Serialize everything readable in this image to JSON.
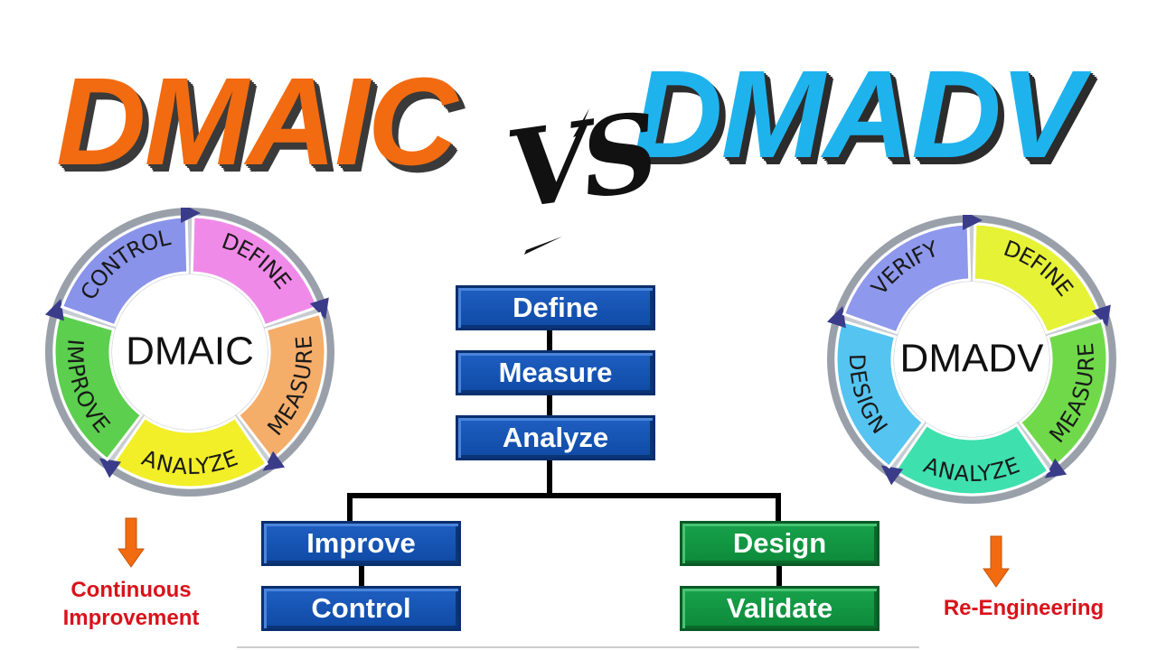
{
  "titles": {
    "left": "DMAIC",
    "vs": "VS",
    "right": "DMADV"
  },
  "dmaic_wheel": {
    "center": "DMAIC",
    "segments": [
      "DEFINE",
      "MEASURE",
      "ANALYZE",
      "IMPROVE",
      "CONTROL"
    ],
    "colors": [
      "#f08ae8",
      "#f5ad6a",
      "#f2ee28",
      "#5ccf4e",
      "#8a93ea"
    ]
  },
  "dmadv_wheel": {
    "center": "DMADV",
    "segments": [
      "DEFINE",
      "MEASURE",
      "ANALYZE",
      "DESIGN",
      "VERIFY"
    ],
    "colors": [
      "#e6f235",
      "#6fd94a",
      "#3ee0ae",
      "#55c4f0",
      "#8e98ec"
    ]
  },
  "flow": {
    "shared": [
      "Define",
      "Measure",
      "Analyze"
    ],
    "left_branch": [
      "Improve",
      "Control"
    ],
    "right_branch": [
      "Design",
      "Validate"
    ]
  },
  "captions": {
    "left": "Continuous Improvement",
    "right": "Re-Engineering"
  },
  "colors": {
    "dmaic_title": "#f26b10",
    "dmadv_title": "#1fb3ee",
    "box_blue": "#1556b8",
    "box_green": "#119443",
    "caption_red": "#d9121b",
    "arrow_orange": "#f26b10"
  }
}
